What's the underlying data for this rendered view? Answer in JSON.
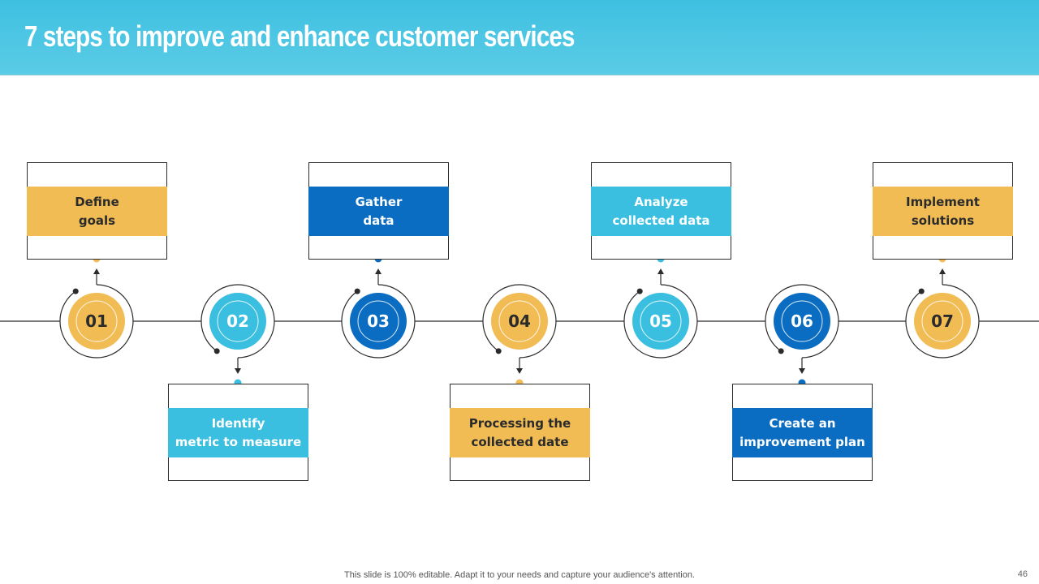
{
  "header": {
    "title": "7 steps to improve and enhance customer services"
  },
  "colors": {
    "yellow": "#F2BC55",
    "light_blue": "#3BBFE0",
    "dark_blue": "#0B6DC1",
    "header_bg": "#4CC6E3"
  },
  "steps": [
    {
      "number": "01",
      "line1": "Define",
      "line2": "goals",
      "color": "#F2BC55",
      "text_color": "#2b2b2b",
      "position": "top"
    },
    {
      "number": "02",
      "line1": "Identify",
      "line2": "metric to measure",
      "color": "#3BBFE0",
      "text_color": "#ffffff",
      "position": "bottom"
    },
    {
      "number": "03",
      "line1": "Gather",
      "line2": "data",
      "color": "#0B6DC1",
      "text_color": "#ffffff",
      "position": "top"
    },
    {
      "number": "04",
      "line1": "Processing the",
      "line2": "collected date",
      "color": "#F2BC55",
      "text_color": "#2b2b2b",
      "position": "bottom"
    },
    {
      "number": "05",
      "line1": "Analyze",
      "line2": "collected data",
      "color": "#3BBFE0",
      "text_color": "#ffffff",
      "position": "top"
    },
    {
      "number": "06",
      "line1": "Create an",
      "line2": "improvement plan",
      "color": "#0B6DC1",
      "text_color": "#ffffff",
      "position": "bottom"
    },
    {
      "number": "07",
      "line1": "Implement",
      "line2": "solutions",
      "color": "#F2BC55",
      "text_color": "#2b2b2b",
      "position": "top"
    }
  ],
  "footer": {
    "note": "This slide is 100% editable. Adapt it to your needs and capture your audience's attention.",
    "page_number": "46"
  }
}
